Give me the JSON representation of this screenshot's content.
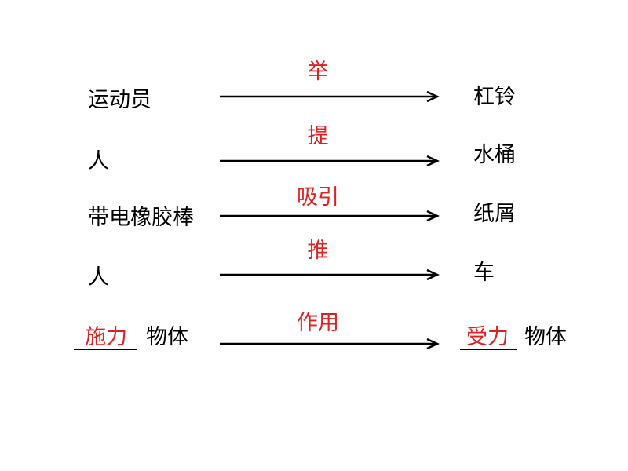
{
  "colors": {
    "text": "#000000",
    "answer": "#e02020",
    "arrow": "#000000"
  },
  "rows": [
    {
      "subject": "运动员",
      "verb": "举",
      "object": "杠铃"
    },
    {
      "subject": "人",
      "verb": "提",
      "object": "水桶"
    },
    {
      "subject": "带电橡胶棒",
      "verb": "吸引",
      "object": "纸屑"
    },
    {
      "subject": "人",
      "verb": "推",
      "object": "车"
    }
  ],
  "summary": {
    "left_blank": "施力",
    "left_label": "物体",
    "verb": "作用",
    "right_blank": "受力",
    "right_label": "物体"
  }
}
